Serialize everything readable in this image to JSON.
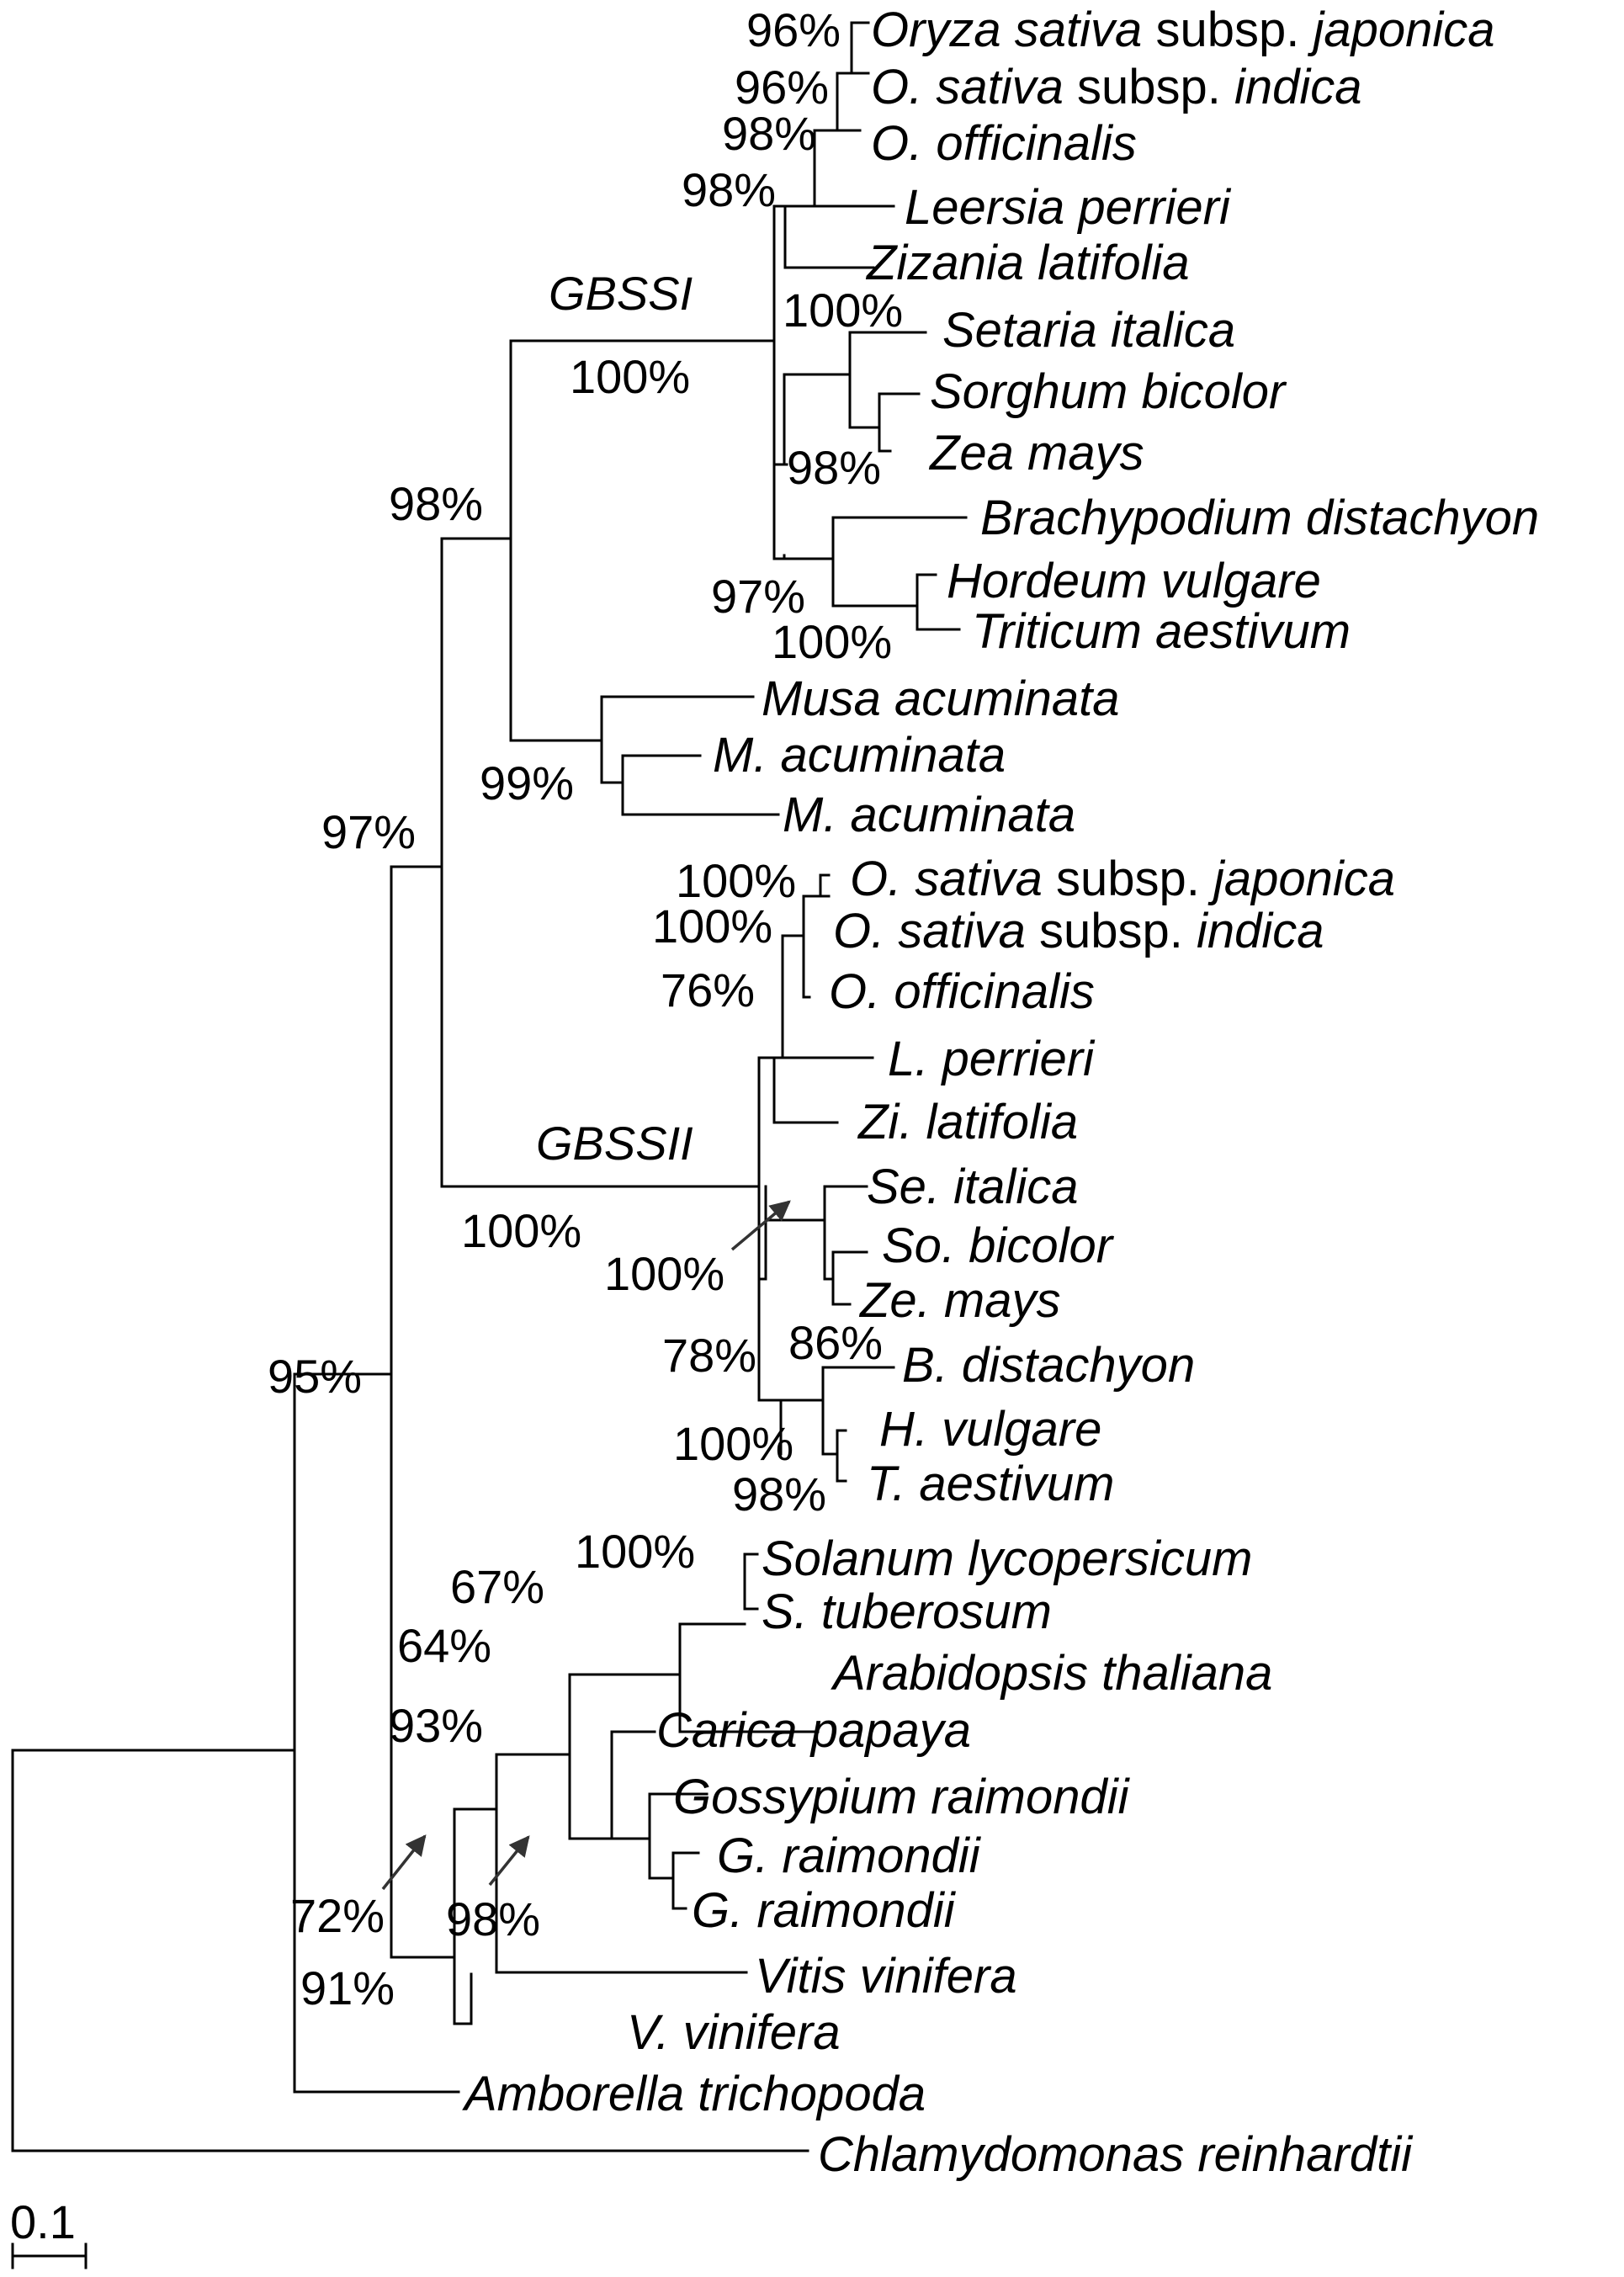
{
  "taxa": [
    {
      "id": "t1",
      "parts": [
        {
          "t": "Oryza sativa",
          "i": true
        },
        {
          "t": " subsp. ",
          "i": false
        },
        {
          "t": "japonica",
          "i": true
        }
      ]
    },
    {
      "id": "t2",
      "parts": [
        {
          "t": "O.  sativa",
          "i": true
        },
        {
          "t": " subsp. ",
          "i": false
        },
        {
          "t": "indica",
          "i": true
        }
      ]
    },
    {
      "id": "t3",
      "parts": [
        {
          "t": "O.  officinalis",
          "i": true
        }
      ]
    },
    {
      "id": "t4",
      "parts": [
        {
          "t": "Leersia perrieri",
          "i": true
        }
      ]
    },
    {
      "id": "t5",
      "parts": [
        {
          "t": "Zizania latifolia",
          "i": true
        }
      ]
    },
    {
      "id": "t6",
      "parts": [
        {
          "t": "Setaria italica",
          "i": true
        }
      ]
    },
    {
      "id": "t7",
      "parts": [
        {
          "t": "Sorghum bicolor",
          "i": true
        }
      ]
    },
    {
      "id": "t8",
      "parts": [
        {
          "t": "Zea mays",
          "i": true
        }
      ]
    },
    {
      "id": "t9",
      "parts": [
        {
          "t": "Brachypodium distachyon",
          "i": true
        }
      ]
    },
    {
      "id": "t10",
      "parts": [
        {
          "t": "Hordeum vulgare",
          "i": true
        }
      ]
    },
    {
      "id": "t11",
      "parts": [
        {
          "t": "Triticum aestivum",
          "i": true
        }
      ]
    },
    {
      "id": "t12",
      "parts": [
        {
          "t": "Musa acuminata",
          "i": true
        }
      ]
    },
    {
      "id": "t13",
      "parts": [
        {
          "t": "M. acuminata",
          "i": true
        }
      ]
    },
    {
      "id": "t14",
      "parts": [
        {
          "t": "M. acuminata",
          "i": true
        }
      ]
    },
    {
      "id": "t15",
      "parts": [
        {
          "t": "O. sativa",
          "i": true
        },
        {
          "t": " subsp. ",
          "i": false
        },
        {
          "t": "japonica",
          "i": true
        }
      ]
    },
    {
      "id": "t16",
      "parts": [
        {
          "t": "O. sativa",
          "i": true
        },
        {
          "t": " subsp. ",
          "i": false
        },
        {
          "t": "indica",
          "i": true
        }
      ]
    },
    {
      "id": "t17",
      "parts": [
        {
          "t": "O. officinalis",
          "i": true
        }
      ]
    },
    {
      "id": "t18",
      "parts": [
        {
          "t": "L. perrieri",
          "i": true
        }
      ]
    },
    {
      "id": "t19",
      "parts": [
        {
          "t": "Zi. latifolia",
          "i": true
        }
      ]
    },
    {
      "id": "t20",
      "parts": [
        {
          "t": "Se. italica",
          "i": true
        }
      ]
    },
    {
      "id": "t21",
      "parts": [
        {
          "t": "So. bicolor",
          "i": true
        }
      ]
    },
    {
      "id": "t22",
      "parts": [
        {
          "t": "Ze. mays",
          "i": true
        }
      ]
    },
    {
      "id": "t23",
      "parts": [
        {
          "t": "B. distachyon",
          "i": true
        }
      ]
    },
    {
      "id": "t24",
      "parts": [
        {
          "t": "H. vulgare",
          "i": true
        }
      ]
    },
    {
      "id": "t25",
      "parts": [
        {
          "t": "T. aestivum",
          "i": true
        }
      ]
    },
    {
      "id": "t26",
      "parts": [
        {
          "t": "Solanum lycopersicum",
          "i": true
        }
      ]
    },
    {
      "id": "t27",
      "parts": [
        {
          "t": "S.  tuberosum",
          "i": true
        }
      ]
    },
    {
      "id": "t28",
      "parts": [
        {
          "t": "Arabidopsis thaliana",
          "i": true
        }
      ]
    },
    {
      "id": "t29",
      "parts": [
        {
          "t": "Carica papaya",
          "i": true
        }
      ]
    },
    {
      "id": "t30",
      "parts": [
        {
          "t": "Gossypium raimondii",
          "i": true
        }
      ]
    },
    {
      "id": "t31",
      "parts": [
        {
          "t": "G. raimondii",
          "i": true
        }
      ]
    },
    {
      "id": "t32",
      "parts": [
        {
          "t": "G. raimondii",
          "i": true
        }
      ]
    },
    {
      "id": "t33",
      "parts": [
        {
          "t": "Vitis vinifera",
          "i": true
        }
      ]
    },
    {
      "id": "t34",
      "parts": [
        {
          "t": "V. vinifera",
          "i": true
        }
      ]
    },
    {
      "id": "t35",
      "parts": [
        {
          "t": "Amborella trichopoda",
          "i": true
        }
      ]
    },
    {
      "id": "t36",
      "parts": [
        {
          "t": "Chlamydomonas reinhardtii",
          "i": true
        }
      ]
    }
  ],
  "support": {
    "s_oryza_jap": "96%",
    "s_oryza_ind": "96%",
    "s_oryza": "98%",
    "s_oryzeae": "98%",
    "s_gbssi": "100%",
    "s_panicoid": "100%",
    "s_sorghum_zea": "98%",
    "s_pooid": "97%",
    "s_triticeae": "100%",
    "s_grass_musa": "98%",
    "s_musa": "99%",
    "s_monocot": "97%",
    "s_oryza2_jap": "100%",
    "s_oryza2_ind": "100%",
    "s_oryza2": "76%",
    "s_gbssii": "100%",
    "s_panicoid2": "100%",
    "s_grass2": "78%",
    "s_pooid2": "86%",
    "s_triticeae2_a": "100%",
    "s_triticeae2_b": "98%",
    "s_solanum": "100%",
    "s_solanaceae_arab": "67%",
    "s_rosid": "64%",
    "s_eudicot_core": "93%",
    "s_gossypium": "98%",
    "s_eudicot": "72%",
    "s_vitis": "91%",
    "s_angio": "95%"
  },
  "groups": {
    "gbssi": "GBSSI",
    "gbssii": "GBSSII"
  },
  "scale": {
    "label": "0.1"
  }
}
